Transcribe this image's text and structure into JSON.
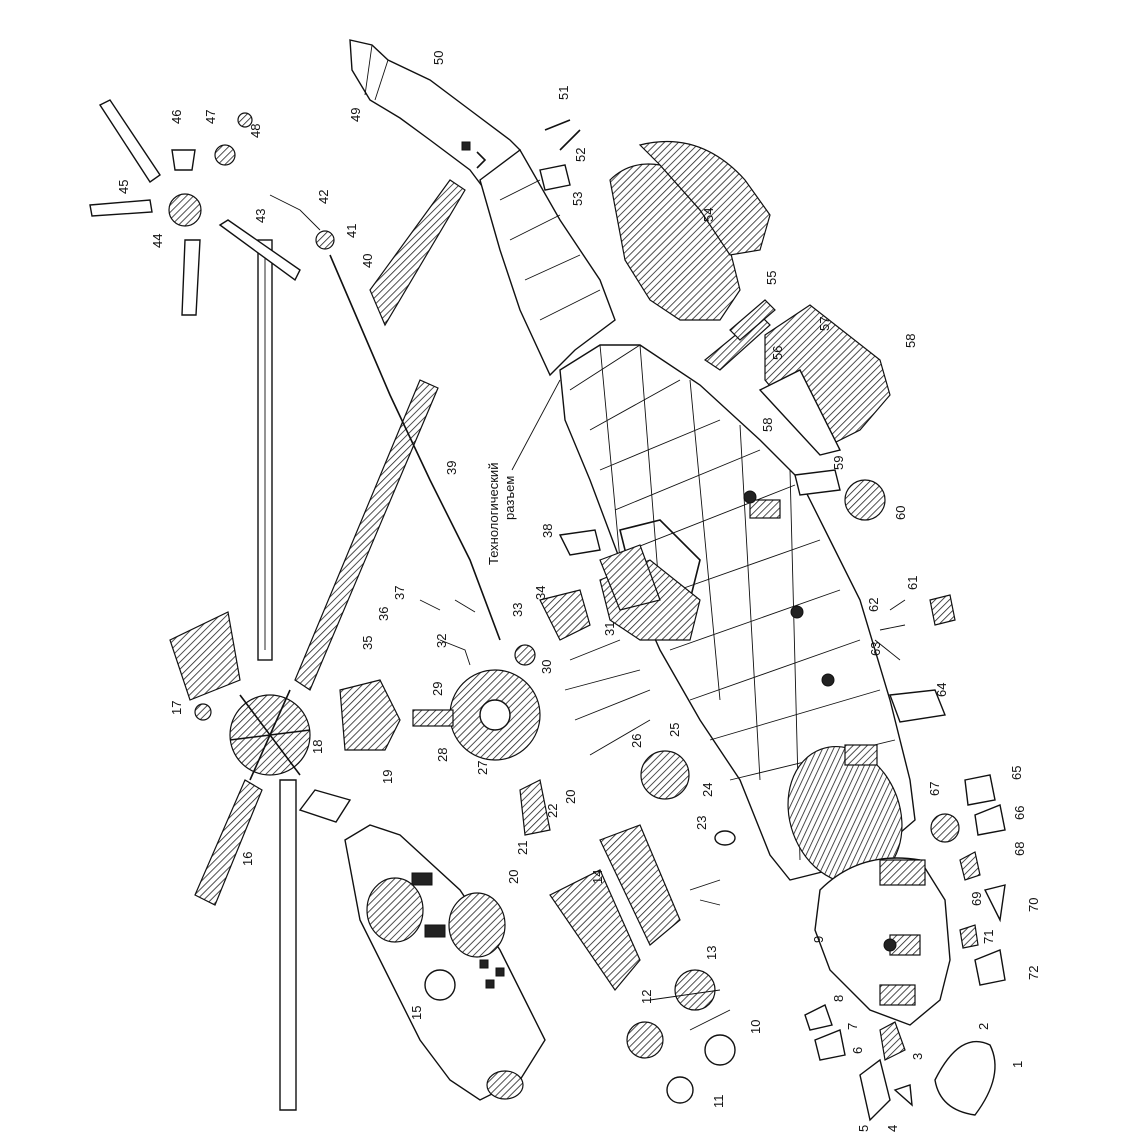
{
  "callouts": [
    {
      "id": "1",
      "text": "1"
    },
    {
      "id": "2",
      "text": "2"
    },
    {
      "id": "3",
      "text": "3"
    },
    {
      "id": "4",
      "text": "4"
    },
    {
      "id": "5",
      "text": "5"
    },
    {
      "id": "6",
      "text": "6"
    },
    {
      "id": "7",
      "text": "7"
    },
    {
      "id": "8",
      "text": "8"
    },
    {
      "id": "9",
      "text": "9"
    },
    {
      "id": "10",
      "text": "10"
    },
    {
      "id": "11",
      "text": "11"
    },
    {
      "id": "12",
      "text": "12"
    },
    {
      "id": "13",
      "text": "13"
    },
    {
      "id": "14",
      "text": "14"
    },
    {
      "id": "15",
      "text": "15"
    },
    {
      "id": "16",
      "text": "16"
    },
    {
      "id": "17",
      "text": "17"
    },
    {
      "id": "18",
      "text": "18"
    },
    {
      "id": "19",
      "text": "19"
    },
    {
      "id": "20a",
      "text": "20"
    },
    {
      "id": "20b",
      "text": "20"
    },
    {
      "id": "21",
      "text": "21"
    },
    {
      "id": "22",
      "text": "22"
    },
    {
      "id": "23",
      "text": "23"
    },
    {
      "id": "24",
      "text": "24"
    },
    {
      "id": "25",
      "text": "25"
    },
    {
      "id": "26",
      "text": "26"
    },
    {
      "id": "27",
      "text": "27"
    },
    {
      "id": "28",
      "text": "28"
    },
    {
      "id": "29",
      "text": "29"
    },
    {
      "id": "30",
      "text": "30"
    },
    {
      "id": "31",
      "text": "31"
    },
    {
      "id": "32",
      "text": "32"
    },
    {
      "id": "33",
      "text": "33"
    },
    {
      "id": "34",
      "text": "34"
    },
    {
      "id": "35",
      "text": "35"
    },
    {
      "id": "36",
      "text": "36"
    },
    {
      "id": "37",
      "text": "37"
    },
    {
      "id": "38",
      "text": "38"
    },
    {
      "id": "39",
      "text": "39"
    },
    {
      "id": "40",
      "text": "40"
    },
    {
      "id": "41",
      "text": "41"
    },
    {
      "id": "42",
      "text": "42"
    },
    {
      "id": "43",
      "text": "43"
    },
    {
      "id": "44",
      "text": "44"
    },
    {
      "id": "45",
      "text": "45"
    },
    {
      "id": "46",
      "text": "46"
    },
    {
      "id": "47",
      "text": "47"
    },
    {
      "id": "48",
      "text": "48"
    },
    {
      "id": "49",
      "text": "49"
    },
    {
      "id": "50",
      "text": "50"
    },
    {
      "id": "51",
      "text": "51"
    },
    {
      "id": "52",
      "text": "52"
    },
    {
      "id": "53",
      "text": "53"
    },
    {
      "id": "54",
      "text": "54"
    },
    {
      "id": "55",
      "text": "55"
    },
    {
      "id": "56",
      "text": "56"
    },
    {
      "id": "57",
      "text": "57"
    },
    {
      "id": "58a",
      "text": "58"
    },
    {
      "id": "58b",
      "text": "58"
    },
    {
      "id": "59",
      "text": "59"
    },
    {
      "id": "60",
      "text": "60"
    },
    {
      "id": "61",
      "text": "61"
    },
    {
      "id": "62",
      "text": "62"
    },
    {
      "id": "63",
      "text": "63"
    },
    {
      "id": "64",
      "text": "64"
    },
    {
      "id": "65",
      "text": "65"
    },
    {
      "id": "66",
      "text": "66"
    },
    {
      "id": "67",
      "text": "67"
    },
    {
      "id": "68",
      "text": "68"
    },
    {
      "id": "69",
      "text": "69"
    },
    {
      "id": "70",
      "text": "70"
    },
    {
      "id": "71",
      "text": "71"
    },
    {
      "id": "72",
      "text": "72"
    }
  ],
  "joint_label": {
    "line1": "Технологический",
    "line2": "разъем"
  }
}
